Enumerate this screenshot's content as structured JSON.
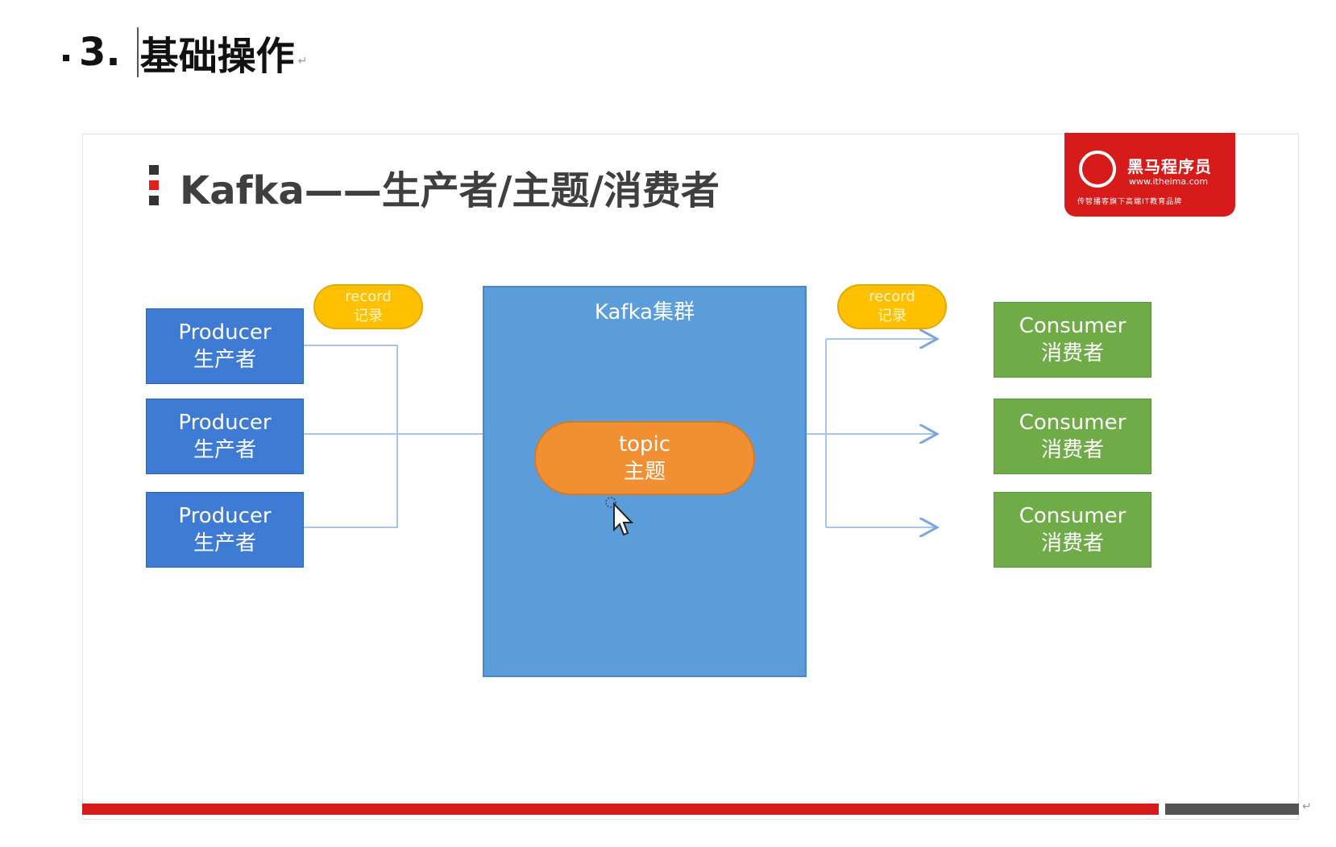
{
  "document": {
    "section_number": "3.",
    "section_title": "基础操作",
    "paragraph_mark": "↵"
  },
  "slide": {
    "title": "Kafka——生产者/主题/消费者",
    "logo": {
      "name": "黑马程序员",
      "url": "www.itheima.com",
      "slogan": "传智播客旗下高端IT教育品牌"
    },
    "producers": [
      {
        "en": "Producer",
        "zh": "生产者"
      },
      {
        "en": "Producer",
        "zh": "生产者"
      },
      {
        "en": "Producer",
        "zh": "生产者"
      }
    ],
    "consumers": [
      {
        "en": "Consumer",
        "zh": "消费者"
      },
      {
        "en": "Consumer",
        "zh": "消费者"
      },
      {
        "en": "Consumer",
        "zh": "消费者"
      }
    ],
    "cluster_label": "Kafka集群",
    "topic": {
      "en": "topic",
      "zh": "主题"
    },
    "record_left": {
      "en": "record",
      "zh": "记录"
    },
    "record_right": {
      "en": "record",
      "zh": "记录"
    }
  },
  "colors": {
    "producer": "#3d7bd4",
    "consumer": "#6fac47",
    "cluster": "#5b9ddb",
    "topic": "#f28f33",
    "record": "#ffc000",
    "brand_red": "#d71a1a"
  },
  "icons": [
    "mouse-pointer-icon"
  ]
}
